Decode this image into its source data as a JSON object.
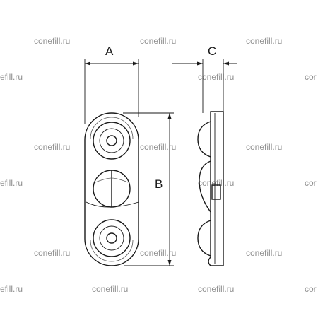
{
  "watermark": {
    "text": "conefill.ru",
    "partial_left": "efill.ru",
    "partial_right": "cor"
  },
  "dimensions": {
    "width_label": "A",
    "height_label": "B",
    "thickness_label": "C"
  }
}
